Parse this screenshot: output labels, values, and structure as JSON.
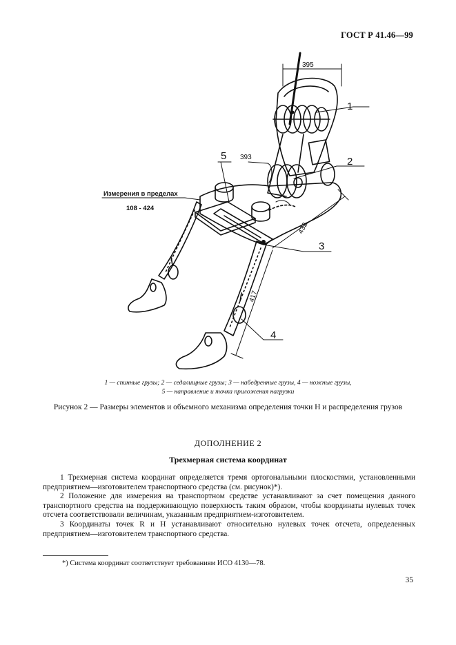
{
  "header": {
    "standard_code": "ГОСТ Р 41.46—99"
  },
  "figure": {
    "labels": {
      "dim_top": "395",
      "dim_mid": "393",
      "dim_thigh": "432",
      "dim_leg": "417",
      "measure_caption_line1": "Измерения в пределах",
      "measure_caption_line2": "108 - 424",
      "callout_1": "1",
      "callout_2": "2",
      "callout_3": "3",
      "callout_4": "4",
      "callout_5": "5"
    },
    "legend_line1": "1 — спинные грузы; 2 — седалищные грузы; 3 — набедренные грузы, 4 — ножные грузы,",
    "legend_line2": "5 — направление и точка приложения нагрузки",
    "caption": "Рисунок 2 — Размеры элементов и объемного механизма определения точки H и распределения грузов"
  },
  "section": {
    "title": "ДОПОЛНЕНИЕ 2",
    "subtitle": "Трехмерная система координат",
    "paragraphs": [
      "1 Трехмерная система координат определяется тремя ортогональными плоскостями, установленными предприятием—изготовителем транспортного средства (см. рисунок)*).",
      "2 Положение для измерения на транспортном средстве устанавливают за счет помещения данного транспортного средства на поддерживающую поверхность таким образом, чтобы координаты нулевых точек отсчета соответствовали величинам, указанным предприятием-изготовителем.",
      "3 Координаты точек R и H устанавливают относительно нулевых точек отсчета, определенных предприятием—изготовителем транспортного средства."
    ]
  },
  "footnote": {
    "text": "*) Система координат соответствует требованиям ИСО 4130—78."
  },
  "page_number": "35"
}
